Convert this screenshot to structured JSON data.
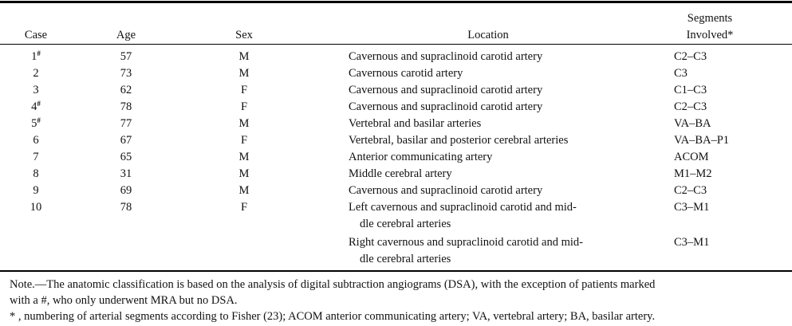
{
  "table": {
    "headers": {
      "case": "Case",
      "age": "Age",
      "sex": "Sex",
      "location": "Location",
      "segments_line1": "Segments",
      "segments_line2": "Involved*"
    },
    "rows": [
      {
        "case": "1",
        "mark": "#",
        "age": "57",
        "sex": "M",
        "location": [
          "Cavernous and supraclinoid carotid artery"
        ],
        "segments": "C2–C3"
      },
      {
        "case": "2",
        "mark": "",
        "age": "73",
        "sex": "M",
        "location": [
          "Cavernous carotid artery"
        ],
        "segments": "C3"
      },
      {
        "case": "3",
        "mark": "",
        "age": "62",
        "sex": "F",
        "location": [
          "Cavernous and supraclinoid carotid artery"
        ],
        "segments": "C1–C3"
      },
      {
        "case": "4",
        "mark": "#",
        "age": "78",
        "sex": "F",
        "location": [
          "Cavernous and supraclinoid carotid artery"
        ],
        "segments": "C2–C3"
      },
      {
        "case": "5",
        "mark": "#",
        "age": "77",
        "sex": "M",
        "location": [
          "Vertebral and basilar arteries"
        ],
        "segments": "VA–BA"
      },
      {
        "case": "6",
        "mark": "",
        "age": "67",
        "sex": "F",
        "location": [
          "Vertebral, basilar and posterior cerebral arteries"
        ],
        "segments": "VA–BA–P1"
      },
      {
        "case": "7",
        "mark": "",
        "age": "65",
        "sex": "M",
        "location": [
          "Anterior communicating artery"
        ],
        "segments": "ACOM"
      },
      {
        "case": "8",
        "mark": "",
        "age": "31",
        "sex": "M",
        "location": [
          "Middle cerebral artery"
        ],
        "segments": "M1–M2"
      },
      {
        "case": "9",
        "mark": "",
        "age": "69",
        "sex": "M",
        "location": [
          "Cavernous and supraclinoid carotid artery"
        ],
        "segments": "C2–C3"
      },
      {
        "case": "10",
        "mark": "",
        "age": "78",
        "sex": "F",
        "location": [
          "Left cavernous and supraclinoid carotid and mid-",
          "dle cerebral arteries"
        ],
        "segments": "C3–M1"
      },
      {
        "case": "",
        "mark": "",
        "age": "",
        "sex": "",
        "location": [
          "Right cavernous and supraclinoid carotid and mid-",
          "dle cerebral arteries"
        ],
        "segments": "C3–M1"
      }
    ]
  },
  "notes": {
    "note_line1": "Note.—The anatomic classification is based on the analysis of digital subtraction angiograms (DSA), with the exception of patients marked",
    "note_line2": "with a #, who only underwent MRA but no DSA.",
    "footnote": "* , numbering of arterial segments according to Fisher (23); ACOM anterior communicating artery; VA, vertebral artery; BA, basilar artery."
  }
}
